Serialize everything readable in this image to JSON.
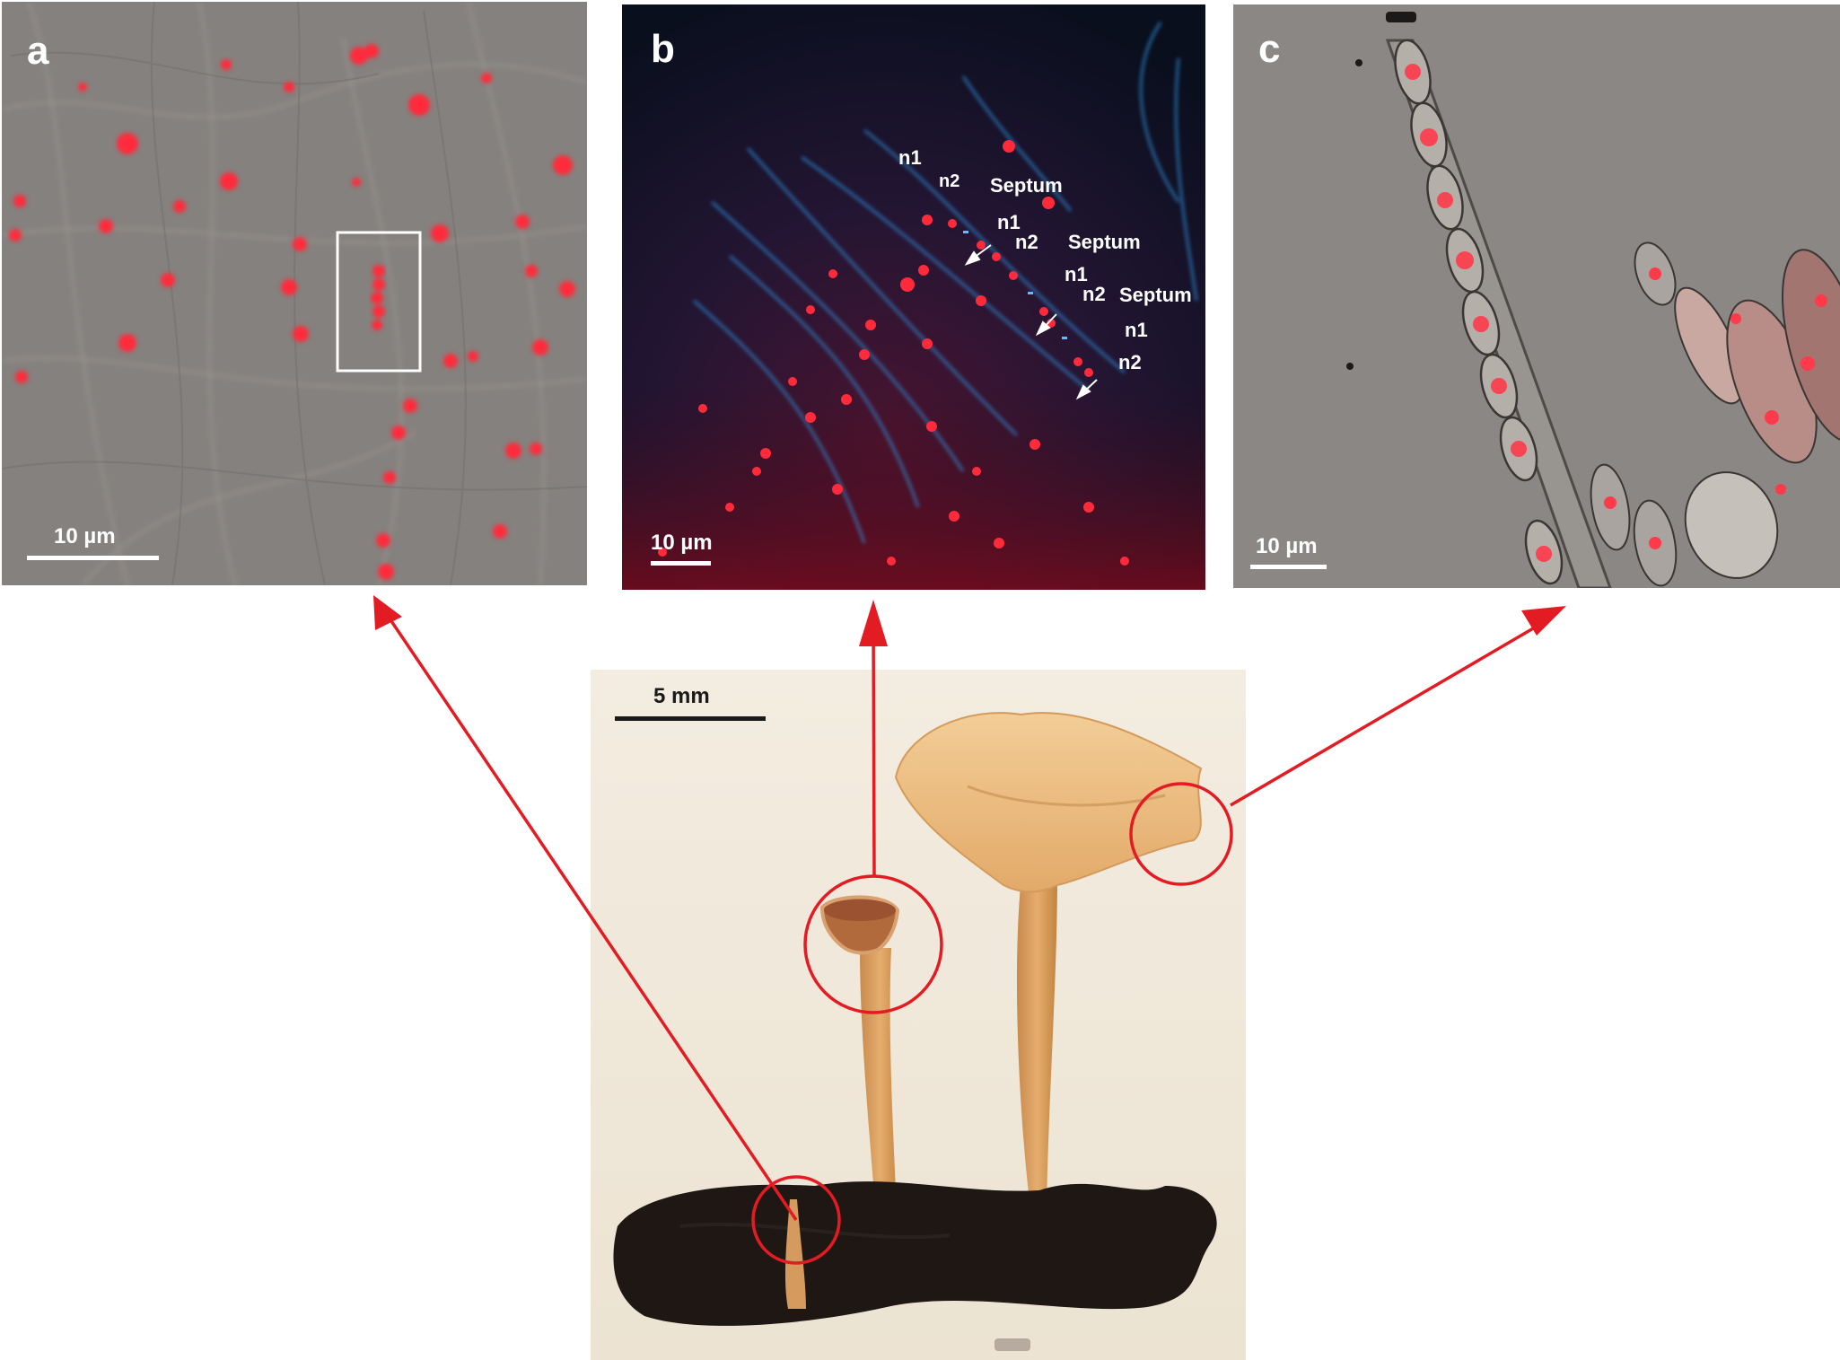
{
  "panels": {
    "a": {
      "label": "a",
      "scale": "10 µm"
    },
    "b": {
      "label": "b",
      "scale": "10 µm",
      "annotations": [
        "n1",
        "n2",
        "Septum",
        "n1",
        "n2",
        "Septum",
        "n1",
        "n2",
        "Septum",
        "n1",
        "n2"
      ]
    },
    "c": {
      "label": "c",
      "scale": "10 µm"
    },
    "photo": {
      "scale": "5 mm"
    }
  },
  "colors": {
    "arrow": "#e31b23",
    "nucleus": "#ff2b3a",
    "septum_stain": "#3aa0ff",
    "micro_gray": "#8a8683",
    "darkfield": "#0a0f1e",
    "mushroom": "#e0a866",
    "substrate": "#1e1713"
  }
}
